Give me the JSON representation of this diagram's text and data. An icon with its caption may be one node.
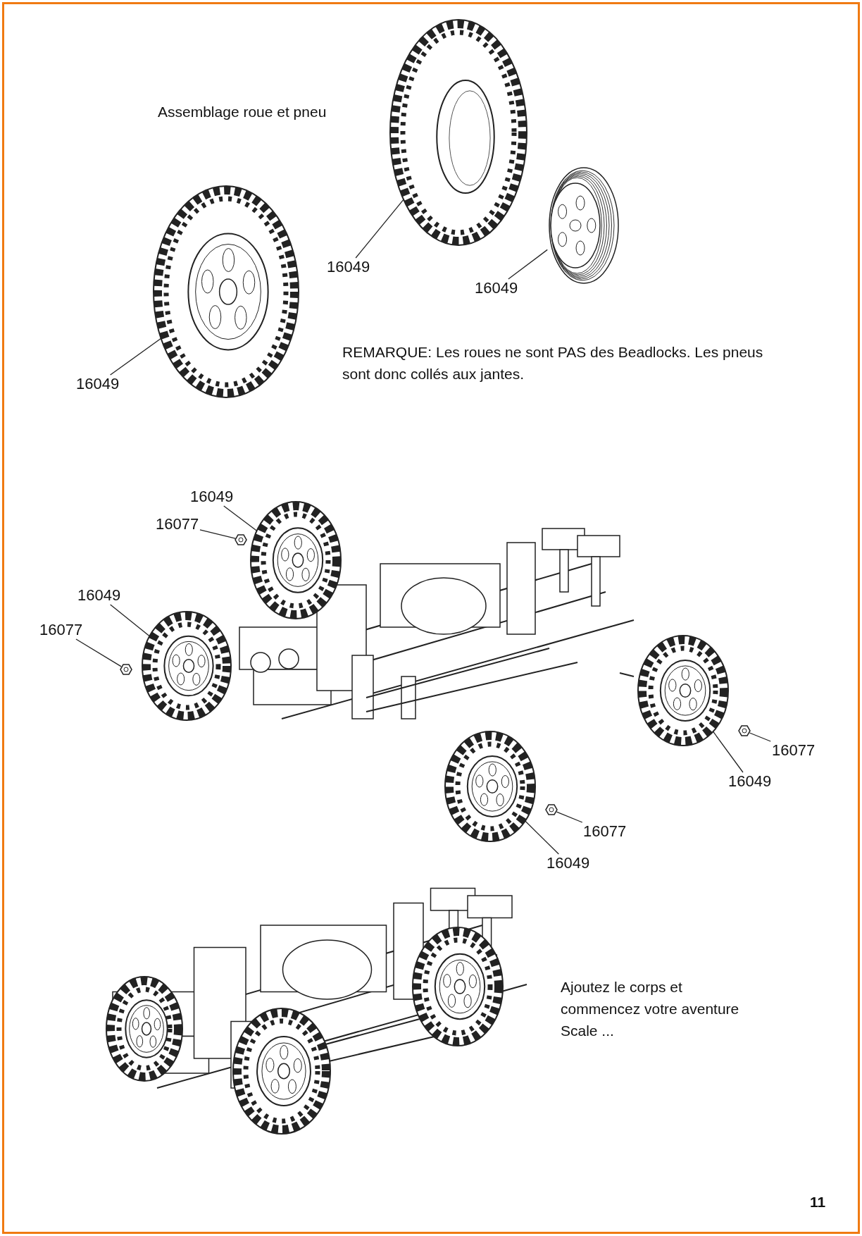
{
  "diagram": {
    "nodes": [
      {
        "text": [],
        "shape": "picture"
      },
      {
        "text": [
          "16049"
        ]
      },
      {
        "text": [],
        "shape": "picture"
      },
      {
        "text": [
          "16049"
        ]
      },
      {
        "text": [],
        "shape": "picture"
      },
      {
        "text": [
          "16049"
        ]
      },
      {
        "text": [],
        "shape": "picture"
      },
      {
        "text": [
          "16049"
        ]
      },
      {
        "text": [],
        "shape": "picture"
      },
      {
        "text": [
          "16077"
        ]
      },
      {
        "text": [],
        "shape": "picture"
      },
      {
        "text": [
          "16049"
        ]
      },
      {
        "text": [],
        "shape": "picture"
      },
      {
        "text": [
          "16077"
        ]
      },
      {
        "text": [],
        "shape": "picture"
      },
      {
        "text": [
          "16049"
        ]
      },
      {
        "text": [],
        "shape": "picture"
      },
      {
        "text": [
          "16077"
        ]
      },
      {
        "text": [],
        "shape": "picture"
      },
      {
        "text": [
          "16049"
        ]
      },
      {
        "text": [],
        "shape": "picture"
      },
      {
        "text": [
          "16077"
        ]
      }
    ],
    "edges": [
      {
        "from": 1,
        "to": 0,
        "arrow": "none"
      },
      {
        "from": 3,
        "to": 2,
        "arrow": "none"
      },
      {
        "from": 5,
        "to": 4,
        "arrow": "none"
      },
      {
        "from": 7,
        "to": 6,
        "arrow": "none"
      },
      {
        "from": 9,
        "to": 8,
        "arrow": "none"
      },
      {
        "from": 11,
        "to": 10,
        "arrow": "none"
      },
      {
        "from": 13,
        "to": 12,
        "arrow": "none"
      },
      {
        "from": 15,
        "to": 14,
        "arrow": "none"
      },
      {
        "from": 17,
        "to": 16,
        "arrow": "none"
      },
      {
        "from": 19,
        "to": 18,
        "arrow": "none"
      },
      {
        "from": 21,
        "to": 20,
        "arrow": "none"
      }
    ],
    "labels": [
      "Assemblage roue et pneu",
      "REMARQUE: Les roues ne sont PAS des Beadlocks. Les pneus sont donc collés aux jantes.",
      "Ajoutez le corps et commencez votre aventure Scale ...",
      "11"
    ]
  }
}
